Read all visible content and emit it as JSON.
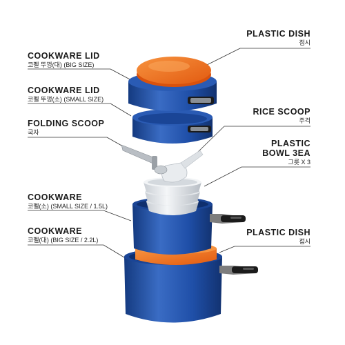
{
  "labels": {
    "plastic_dish_top": {
      "title": "PLASTIC DISH",
      "sub": "접시"
    },
    "lid_big": {
      "title": "COOKWARE LID",
      "sub": "코펠 뚜껑(대) (BIG SIZE)"
    },
    "lid_small": {
      "title": "COOKWARE LID",
      "sub": "코펠 뚜껑(소) (SMALL SIZE)"
    },
    "rice_scoop": {
      "title": "RICE SCOOP",
      "sub": "주걱"
    },
    "folding_scoop": {
      "title": "FOLDING SCOOP",
      "sub": "국자"
    },
    "plastic_bowl": {
      "title_line1": "PLASTIC",
      "title_line2": "BOWL 3EA",
      "sub": "그릇 X 3"
    },
    "cookware_small": {
      "title": "COOKWARE",
      "sub": "코펠(소) (SMALL SIZE / 1.5L)"
    },
    "plastic_dish_bottom": {
      "title": "PLASTIC DISH",
      "sub": "접시"
    },
    "cookware_big": {
      "title": "COOKWARE",
      "sub": "코펠(대) (BIG SIZE / 2.2L)"
    }
  },
  "colors": {
    "pot_blue": "#1f4fa8",
    "pot_blue_dark": "#143a80",
    "pot_blue_light": "#3a6cc4",
    "dish_orange": "#ee6a1c",
    "dish_orange_light": "#f7933f",
    "bowl_white": "#e9ecef",
    "handle_black": "#1b1b1b",
    "leader_line": "#333333"
  }
}
